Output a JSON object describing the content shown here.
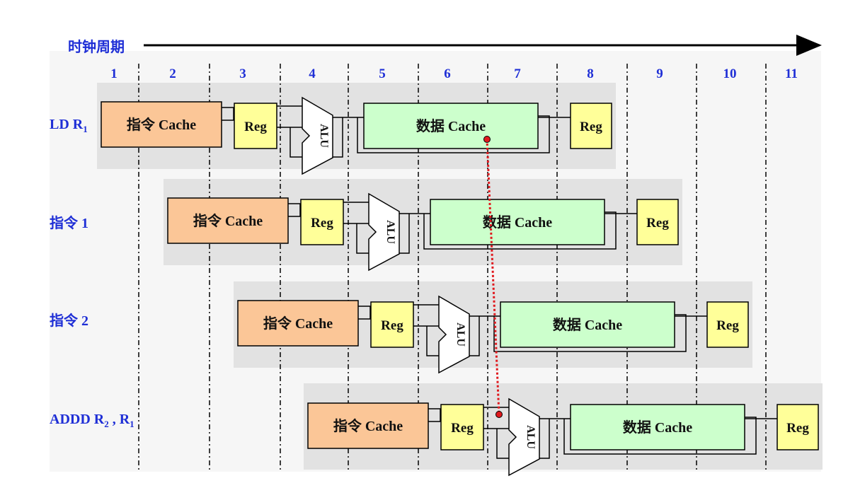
{
  "header": {
    "clock_label": "时钟周期"
  },
  "cycles": [
    "1",
    "2",
    "3",
    "4",
    "5",
    "6",
    "7",
    "8",
    "9",
    "10",
    "11"
  ],
  "rows": [
    {
      "label": "LD R",
      "sub": "1",
      "suffix": ""
    },
    {
      "label": "指令 1",
      "sub": "",
      "suffix": ""
    },
    {
      "label": "指令 2",
      "sub": "",
      "suffix": ""
    },
    {
      "label": "ADDD R",
      "sub": "2",
      "suffix": " , R",
      "sub2": "1"
    }
  ],
  "stage_labels": {
    "icache": "指令 Cache",
    "reg": "Reg",
    "alu": "ALU",
    "dcache": "数据 Cache"
  },
  "colors": {
    "icache": "#fbc697",
    "reg": "#ffff99",
    "dcache": "#ccffcc",
    "label": "#1f2fd6",
    "forward": "#e0191e",
    "row_band": "#e2e2e2"
  }
}
